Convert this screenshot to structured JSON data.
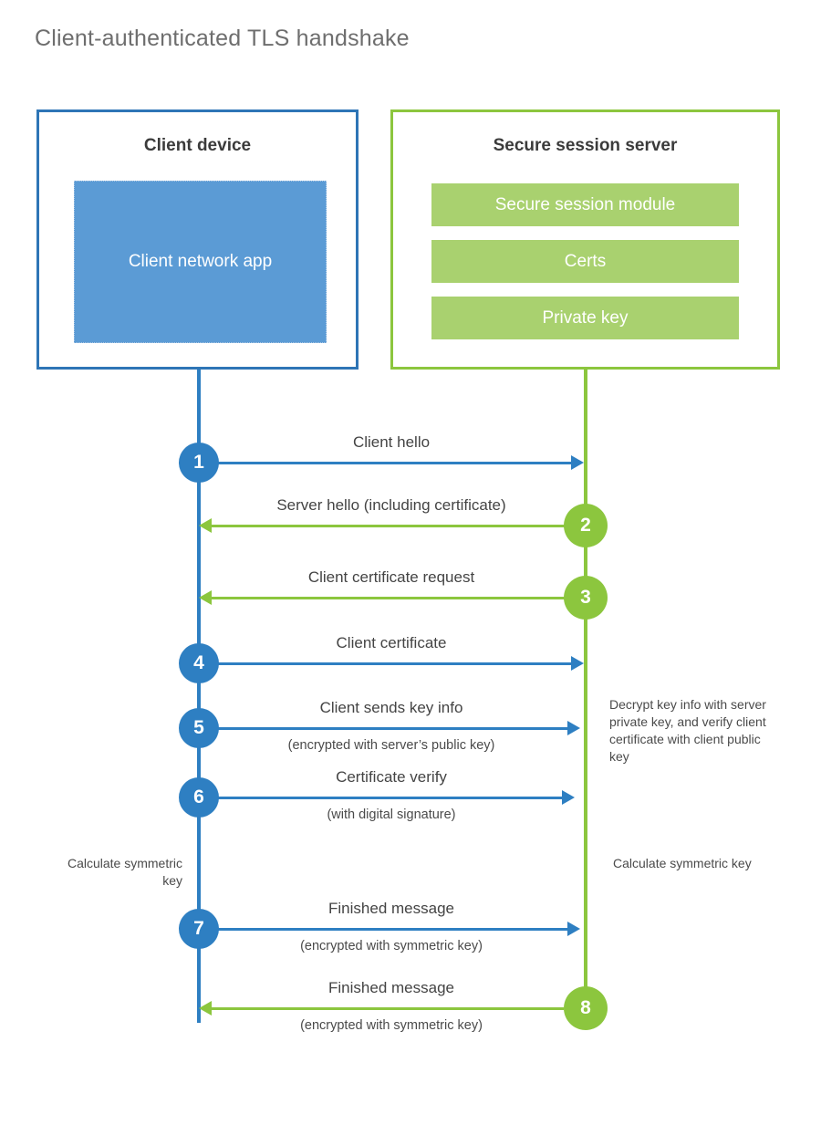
{
  "title": "Client-authenticated TLS handshake",
  "colors": {
    "client_blue": "#2E75B6",
    "client_line_blue": "#2E7FC2",
    "client_app_fill": "#5B9BD5",
    "server_green": "#8CC63E",
    "server_bar_fill": "#A9D16F",
    "title_gray": "#6e6e6e",
    "text_gray": "#444444"
  },
  "parties": {
    "client": {
      "title": "Client device",
      "app_label": "Client network app"
    },
    "server": {
      "title": "Secure session server",
      "components": [
        {
          "label": "Secure session module"
        },
        {
          "label": "Certs"
        },
        {
          "label": "Private key"
        }
      ]
    }
  },
  "steps": [
    {
      "number": "1",
      "label": "Client hello",
      "sublabel": "",
      "direction": "client-to-server",
      "color": "blue"
    },
    {
      "number": "2",
      "label": "Server hello (including certificate)",
      "sublabel": "",
      "direction": "server-to-client",
      "color": "green"
    },
    {
      "number": "3",
      "label": "Client certificate request",
      "sublabel": "",
      "direction": "server-to-client",
      "color": "green"
    },
    {
      "number": "4",
      "label": "Client certificate",
      "sublabel": "",
      "direction": "client-to-server",
      "color": "blue"
    },
    {
      "number": "5",
      "label": "Client sends key info",
      "sublabel": "(encrypted with server’s public key)",
      "direction": "client-to-server",
      "color": "blue"
    },
    {
      "number": "6",
      "label": "Certificate verify",
      "sublabel": "(with digital signature)",
      "direction": "client-to-server",
      "color": "blue"
    },
    {
      "number": "7",
      "label": "Finished message",
      "sublabel": "(encrypted with symmetric key)",
      "direction": "client-to-server",
      "color": "blue"
    },
    {
      "number": "8",
      "label": "Finished message",
      "sublabel": "(encrypted with symmetric key)",
      "direction": "server-to-client",
      "color": "green"
    }
  ],
  "annotations": {
    "decrypt_note": "Decrypt key info with server private key, and verify client certificate with client public key",
    "calculate_symmetric_key_client": "Calculate symmetric key",
    "calculate_symmetric_key_server": "Calculate symmetric key"
  }
}
